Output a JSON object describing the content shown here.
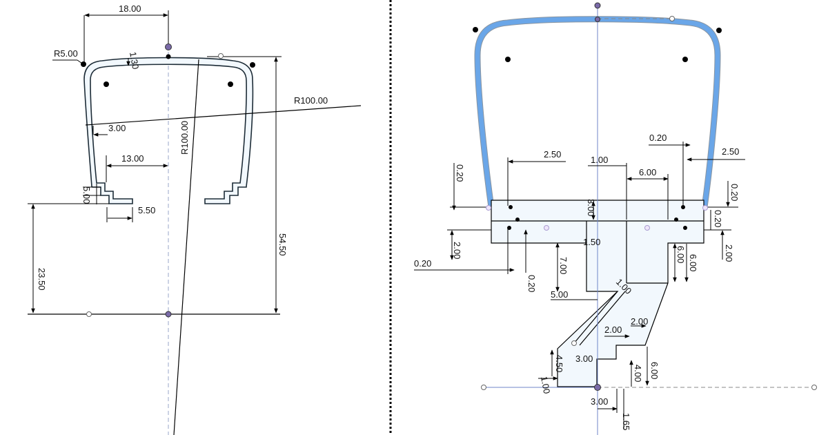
{
  "left_sketch": {
    "dims": {
      "top_width": "18.00",
      "corner_radius": "R5.00",
      "wall": "1.30",
      "arc_radius_a": "R100.00",
      "arc_radius_b": "R100.00",
      "inner_offset": "3.00",
      "inner_half_width": "13.00",
      "step_height": "5.00",
      "step_width": "5.50",
      "height_total": "54.50",
      "height_lower": "23.50"
    }
  },
  "right_sketch": {
    "dims": {
      "w_left": "2.50",
      "w_right": "2.50",
      "gap_top": "0.20",
      "centre": "1.00",
      "slot_w": "6.00",
      "v_left": "0.20",
      "h_slot": "3.00",
      "r_side_a": "0.20",
      "r_side_b": "0.20",
      "l_side_h": "2.00",
      "r_side_h": "2.00",
      "half_w": "1.50",
      "stem_h": "7.00",
      "stem_r_a": "6.00",
      "stem_r_b": "6.00",
      "bottom_left": "0.20",
      "bottom_mid": "0.20",
      "stem_w": "5.00",
      "diag": "1.00",
      "step_a": "2.00",
      "step_b": "2.00",
      "foot_h": "4.50",
      "foot_w": "3.00",
      "foot_r": "4.00",
      "foot_rr": "6.00",
      "base_a": "1.00",
      "base_w": "3.00",
      "base_b": "1.65"
    }
  },
  "colors": {
    "profile_fill": "#f2f8fd",
    "selection_blue": "#6aa6e8",
    "construction_line": "#9aa4c8",
    "point_purple": "#7a6aa8"
  }
}
